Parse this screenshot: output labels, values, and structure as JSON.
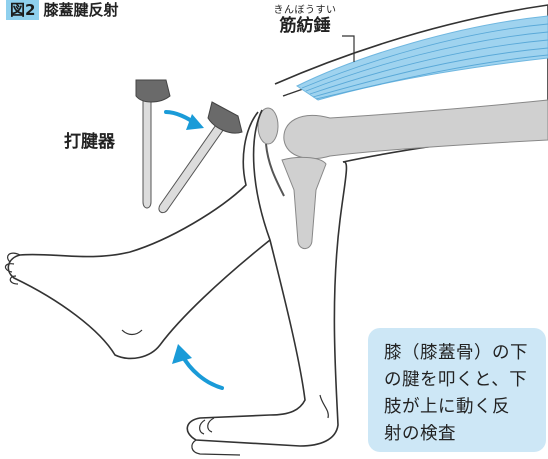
{
  "figure": {
    "number": "図2",
    "title": "膝蓋腱反射"
  },
  "labels": {
    "muscle_reading": "きんぼうすい",
    "muscle": "筋紡錘",
    "hammer": "打腱器"
  },
  "callout": {
    "lines": [
      "膝（膝蓋骨）の下",
      "の腱を叩くと、下",
      "肢が上に動く反",
      "射の検査"
    ]
  },
  "colors": {
    "accent": "#8fd0ee",
    "arrow": "#1a9bd8",
    "callout_bg": "#cde7f6",
    "bone": "#d0d0d0",
    "hammer_head": "#6a6a6a"
  }
}
